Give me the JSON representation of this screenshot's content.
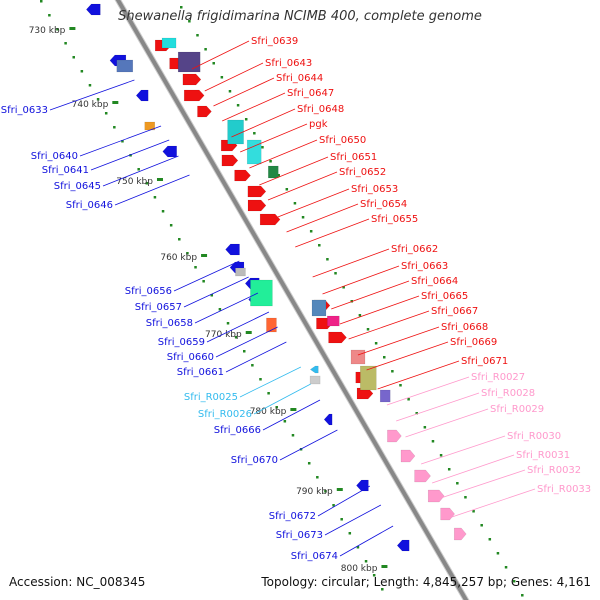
{
  "title": "Shewanella frigidimarina NCIMB 400, complete genome",
  "footer": {
    "accession": "Accession: NC_008345",
    "summary": "Topology: circular; Length: 4,845,257 bp; Genes: 4,161"
  },
  "colors": {
    "forward": "#ee1111",
    "reverse": "#1111dd",
    "rna_reverse": "#33bbee",
    "rna_forward": "#ff99cc",
    "backbone": "#888888",
    "tick": "#228822"
  },
  "scale_labels": [
    {
      "id": "kbp-730",
      "text": "730 kbp"
    },
    {
      "id": "kbp-740",
      "text": "740 kbp"
    },
    {
      "id": "kbp-750",
      "text": "750 kbp"
    },
    {
      "id": "kbp-760",
      "text": "760 kbp"
    },
    {
      "id": "kbp-770",
      "text": "770 kbp"
    },
    {
      "id": "kbp-780",
      "text": "780 kbp"
    },
    {
      "id": "kbp-790",
      "text": "790 kbp"
    },
    {
      "id": "kbp-800",
      "text": "800 kbp"
    }
  ],
  "left_labels": [
    {
      "id": "Sfri_0633",
      "text": "Sfri_0633",
      "strand": "reverse"
    },
    {
      "id": "Sfri_0640",
      "text": "Sfri_0640",
      "strand": "reverse"
    },
    {
      "id": "Sfri_0641",
      "text": "Sfri_0641",
      "strand": "reverse"
    },
    {
      "id": "Sfri_0645",
      "text": "Sfri_0645",
      "strand": "reverse"
    },
    {
      "id": "Sfri_0646",
      "text": "Sfri_0646",
      "strand": "reverse"
    },
    {
      "id": "Sfri_0656",
      "text": "Sfri_0656",
      "strand": "reverse"
    },
    {
      "id": "Sfri_0657",
      "text": "Sfri_0657",
      "strand": "reverse"
    },
    {
      "id": "Sfri_0658",
      "text": "Sfri_0658",
      "strand": "reverse"
    },
    {
      "id": "Sfri_0659",
      "text": "Sfri_0659",
      "strand": "reverse"
    },
    {
      "id": "Sfri_0660",
      "text": "Sfri_0660",
      "strand": "reverse"
    },
    {
      "id": "Sfri_0661",
      "text": "Sfri_0661",
      "strand": "reverse"
    },
    {
      "id": "Sfri_R0025",
      "text": "Sfri_R0025",
      "strand": "rna_reverse"
    },
    {
      "id": "Sfri_R0026",
      "text": "Sfri_R0026",
      "strand": "rna_reverse"
    },
    {
      "id": "Sfri_0666",
      "text": "Sfri_0666",
      "strand": "reverse"
    },
    {
      "id": "Sfri_0670",
      "text": "Sfri_0670",
      "strand": "reverse"
    },
    {
      "id": "Sfri_0672",
      "text": "Sfri_0672",
      "strand": "reverse"
    },
    {
      "id": "Sfri_0673",
      "text": "Sfri_0673",
      "strand": "reverse"
    },
    {
      "id": "Sfri_0674",
      "text": "Sfri_0674",
      "strand": "reverse"
    }
  ],
  "right_labels": [
    {
      "id": "Sfri_0639",
      "text": "Sfri_0639",
      "strand": "forward"
    },
    {
      "id": "Sfri_0643",
      "text": "Sfri_0643",
      "strand": "forward"
    },
    {
      "id": "Sfri_0644",
      "text": "Sfri_0644",
      "strand": "forward"
    },
    {
      "id": "Sfri_0647",
      "text": "Sfri_0647",
      "strand": "forward"
    },
    {
      "id": "Sfri_0648",
      "text": "Sfri_0648",
      "strand": "forward"
    },
    {
      "id": "pgk",
      "text": "pgk",
      "strand": "forward"
    },
    {
      "id": "Sfri_0650",
      "text": "Sfri_0650",
      "strand": "forward"
    },
    {
      "id": "Sfri_0651",
      "text": "Sfri_0651",
      "strand": "forward"
    },
    {
      "id": "Sfri_0652",
      "text": "Sfri_0652",
      "strand": "forward"
    },
    {
      "id": "Sfri_0653",
      "text": "Sfri_0653",
      "strand": "forward"
    },
    {
      "id": "Sfri_0654",
      "text": "Sfri_0654",
      "strand": "forward"
    },
    {
      "id": "Sfri_0655",
      "text": "Sfri_0655",
      "strand": "forward"
    },
    {
      "id": "Sfri_0662",
      "text": "Sfri_0662",
      "strand": "forward"
    },
    {
      "id": "Sfri_0663",
      "text": "Sfri_0663",
      "strand": "forward"
    },
    {
      "id": "Sfri_0664",
      "text": "Sfri_0664",
      "strand": "forward"
    },
    {
      "id": "Sfri_0665",
      "text": "Sfri_0665",
      "strand": "forward"
    },
    {
      "id": "Sfri_0667",
      "text": "Sfri_0667",
      "strand": "forward"
    },
    {
      "id": "Sfri_0668",
      "text": "Sfri_0668",
      "strand": "forward"
    },
    {
      "id": "Sfri_0669",
      "text": "Sfri_0669",
      "strand": "forward"
    },
    {
      "id": "Sfri_0671",
      "text": "Sfri_0671",
      "strand": "forward"
    },
    {
      "id": "Sfri_R0027",
      "text": "Sfri_R0027",
      "strand": "rna_forward"
    },
    {
      "id": "Sfri_R0028",
      "text": "Sfri_R0028",
      "strand": "rna_forward"
    },
    {
      "id": "Sfri_R0029",
      "text": "Sfri_R0029",
      "strand": "rna_forward"
    },
    {
      "id": "Sfri_R0030",
      "text": "Sfri_R0030",
      "strand": "rna_forward"
    },
    {
      "id": "Sfri_R0031",
      "text": "Sfri_R0031",
      "strand": "rna_forward"
    },
    {
      "id": "Sfri_R0032",
      "text": "Sfri_R0032",
      "strand": "rna_forward"
    },
    {
      "id": "Sfri_R0033",
      "text": "Sfri_R0033",
      "strand": "rna_forward"
    }
  ]
}
